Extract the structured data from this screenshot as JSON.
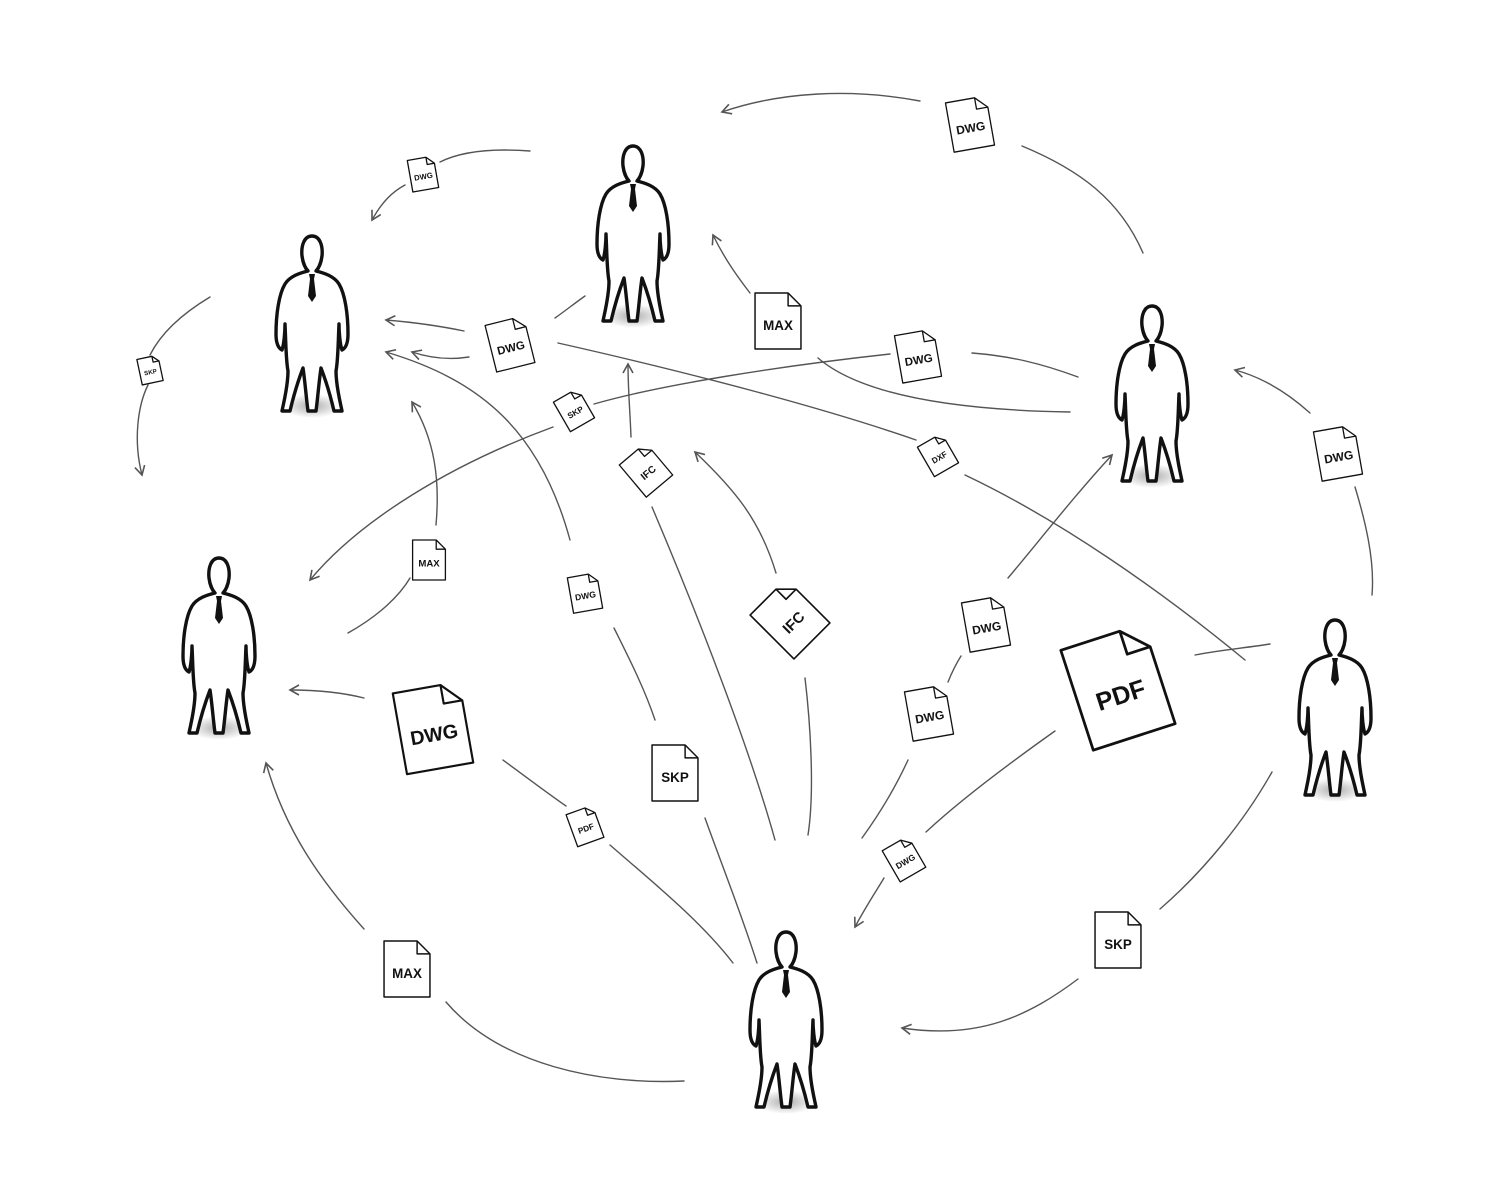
{
  "people": [
    {
      "id": "person-top-center"
    },
    {
      "id": "person-upper-left"
    },
    {
      "id": "person-right"
    },
    {
      "id": "person-left"
    },
    {
      "id": "person-far-right"
    },
    {
      "id": "person-bottom"
    }
  ],
  "files": [
    {
      "label": "DWG"
    },
    {
      "label": "DWG"
    },
    {
      "label": "SKP"
    },
    {
      "label": "DWG"
    },
    {
      "label": "MAX"
    },
    {
      "label": "DWG"
    },
    {
      "label": "SKP"
    },
    {
      "label": "IFC"
    },
    {
      "label": "DXF"
    },
    {
      "label": "DWG"
    },
    {
      "label": "MAX"
    },
    {
      "label": "DWG"
    },
    {
      "label": "IFC"
    },
    {
      "label": "DWG"
    },
    {
      "label": "PDF"
    },
    {
      "label": "DWG"
    },
    {
      "label": "DWG"
    },
    {
      "label": "SKP"
    },
    {
      "label": "PDF"
    },
    {
      "label": "DWG"
    },
    {
      "label": "SKP"
    },
    {
      "label": "MAX"
    }
  ],
  "colors": {
    "outline": "#111111",
    "arrow": "#555555",
    "shadow": "#9a9a9a",
    "background": "#ffffff"
  }
}
